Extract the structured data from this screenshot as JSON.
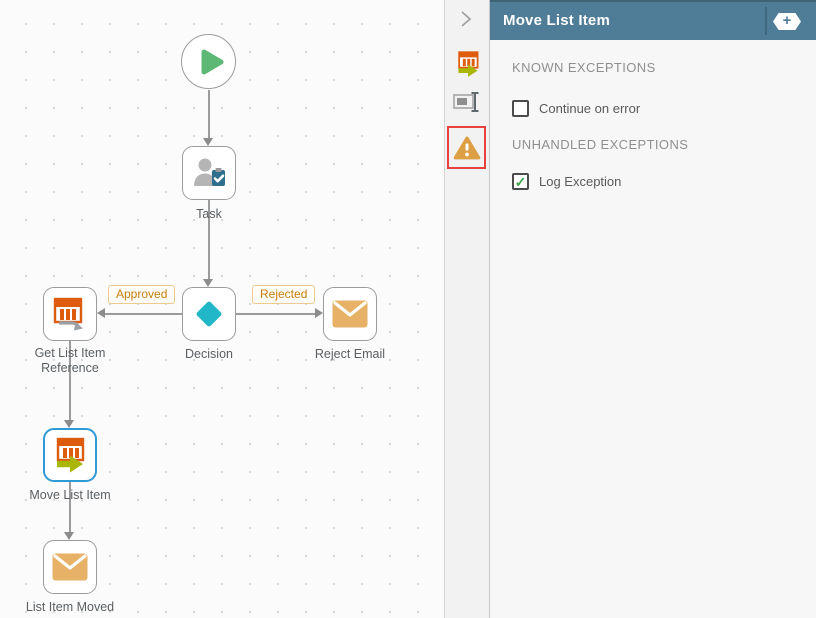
{
  "panel": {
    "title": "Move List Item",
    "add_icon": "+",
    "check_glyph": "✓",
    "tabs": [
      {
        "id": "step-config",
        "icon": "move-list-item-icon",
        "selected": false
      },
      {
        "id": "rename",
        "icon": "rename-icon",
        "selected": false
      },
      {
        "id": "exceptions",
        "icon": "warning-icon",
        "selected": true
      }
    ],
    "sections": [
      {
        "heading": "KNOWN EXCEPTIONS",
        "items": [
          {
            "label": "Continue on error",
            "checked": false
          }
        ]
      },
      {
        "heading": "UNHANDLED EXCEPTIONS",
        "items": [
          {
            "label": "Log Exception",
            "checked": true
          }
        ]
      }
    ]
  },
  "canvas": {
    "nodes": {
      "task": {
        "label": "Task"
      },
      "decision": {
        "label": "Decision"
      },
      "get_list_item_reference": {
        "label": "Get List Item Reference"
      },
      "reject_email": {
        "label": "Reject Email"
      },
      "move_list_item": {
        "label": "Move List Item",
        "selected": true
      },
      "list_item_moved": {
        "label": "List Item Moved"
      }
    },
    "branch_labels": {
      "approved": "Approved",
      "rejected": "Rejected"
    }
  },
  "colors": {
    "header_teal": "#4f7d98",
    "selected_blue": "#2e9bd6",
    "start_green": "#5cb874",
    "decision_cyan": "#21b6c8",
    "email_amber": "#e7b267",
    "sharepoint_orange": "#dd5c0e",
    "move_arrow_olive": "#a9b606",
    "warning_orange": "#dd9f43",
    "highlight_red": "#e8413d",
    "branch_label_orange": "#c87d0a",
    "check_green": "#3da44d"
  }
}
